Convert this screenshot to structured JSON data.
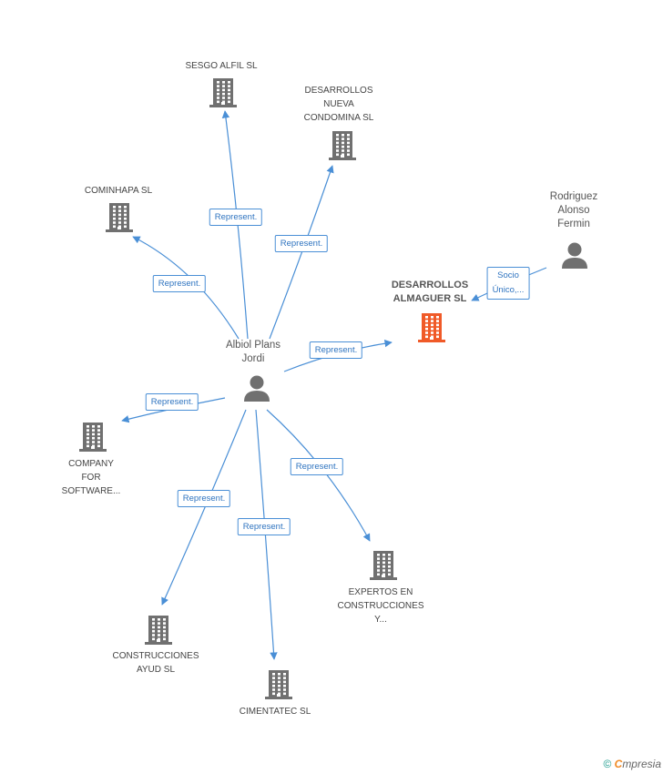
{
  "colors": {
    "edge": "#4a8fd6",
    "company": "#707070",
    "focus": "#f05a28",
    "person": "#707070"
  },
  "nodes": {
    "sesgo": {
      "lines": [
        "SESGO ALFIL SL"
      ],
      "icon": "building-icon"
    },
    "nueva": {
      "lines": [
        "DESARROLLOS",
        "NUEVA",
        "CONDOMINA  SL"
      ],
      "icon": "building-icon"
    },
    "cominhapa": {
      "lines": [
        "COMINHAPA SL"
      ],
      "icon": "building-icon"
    },
    "rodriguez": {
      "lines": [
        "Rodriguez",
        "Alonso",
        "Fermin"
      ],
      "icon": "person-icon"
    },
    "almaguer": {
      "lines": [
        "DESARROLLOS",
        "ALMAGUER SL"
      ],
      "icon": "building-icon"
    },
    "albiol": {
      "lines": [
        "Albiol Plans",
        "Jordi"
      ],
      "icon": "person-icon"
    },
    "company": {
      "lines": [
        "COMPANY",
        "FOR",
        "SOFTWARE..."
      ],
      "icon": "building-icon"
    },
    "expertos": {
      "lines": [
        "EXPERTOS EN",
        "CONSTRUCCIONES",
        "Y..."
      ],
      "icon": "building-icon"
    },
    "ayud": {
      "lines": [
        "CONSTRUCCIONES",
        "AYUD SL"
      ],
      "icon": "building-icon"
    },
    "cimentatec": {
      "lines": [
        "CIMENTATEC SL"
      ],
      "icon": "building-icon"
    }
  },
  "edges": {
    "sesgo": "Represent.",
    "nueva": "Represent.",
    "cominhapa": "Represent.",
    "almaguer": "Represent.",
    "company": "Represent.",
    "expertos": "Represent.",
    "ayud": "Represent.",
    "cimentatec": "Represent.",
    "socio": [
      "Socio",
      "Único,..."
    ]
  },
  "footer": {
    "copyright": "©",
    "brand_initial": "C",
    "brand_rest": "mpresia"
  }
}
